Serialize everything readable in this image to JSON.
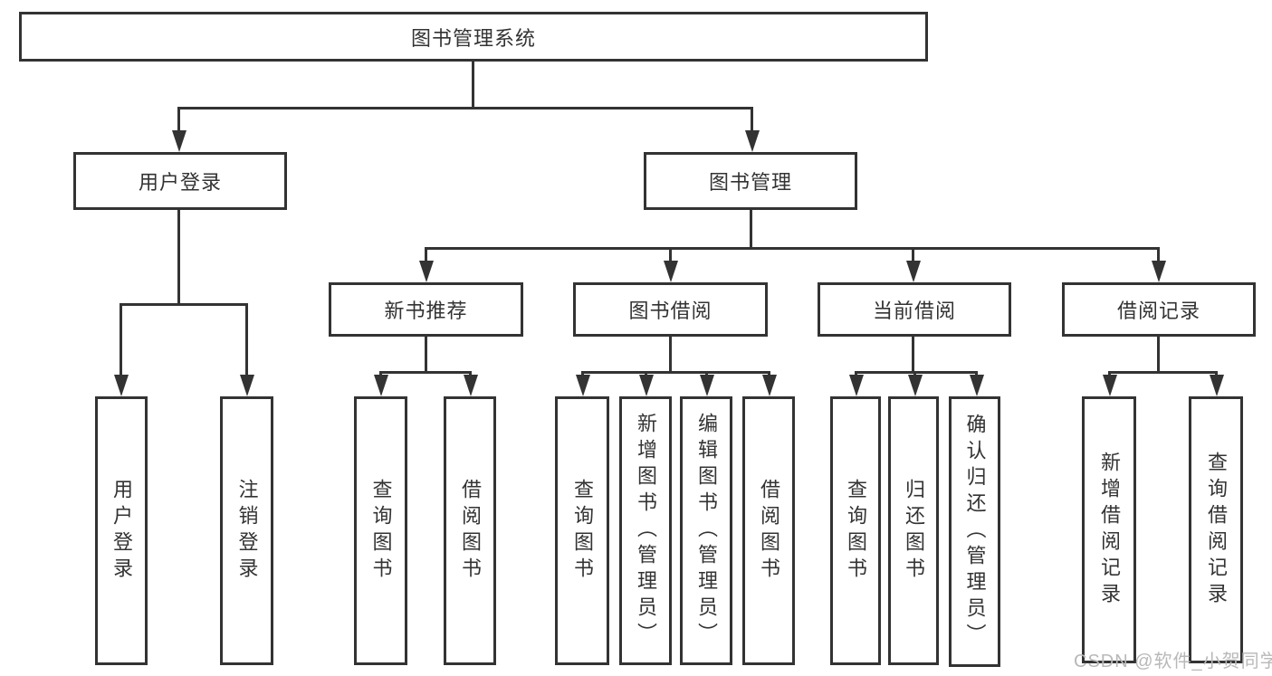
{
  "diagram": {
    "title": "图书管理系统",
    "root": {
      "label": "图书管理系统"
    },
    "level2": [
      {
        "id": "user-login",
        "label": "用户登录"
      },
      {
        "id": "book-management",
        "label": "图书管理"
      }
    ],
    "level3": [
      {
        "id": "new-book-recommend",
        "label": "新书推荐"
      },
      {
        "id": "book-borrow",
        "label": "图书借阅"
      },
      {
        "id": "current-borrow",
        "label": "当前借阅"
      },
      {
        "id": "borrow-records",
        "label": "借阅记录"
      }
    ],
    "leaves": [
      {
        "parent": "用户登录",
        "label": "用户登录"
      },
      {
        "parent": "用户登录",
        "label": "注销登录"
      },
      {
        "parent": "新书推荐",
        "label": "查询图书"
      },
      {
        "parent": "新书推荐",
        "label": "借阅图书"
      },
      {
        "parent": "图书借阅",
        "label": "查询图书"
      },
      {
        "parent": "图书借阅",
        "label": "新增图书（管理员）"
      },
      {
        "parent": "图书借阅",
        "label": "编辑图书（管理员）"
      },
      {
        "parent": "图书借阅",
        "label": "借阅图书"
      },
      {
        "parent": "当前借阅",
        "label": "查询图书"
      },
      {
        "parent": "当前借阅",
        "label": "归还图书"
      },
      {
        "parent": "当前借阅",
        "label": "确认归还（管理员）"
      },
      {
        "parent": "借阅记录",
        "label": "新增借阅记录"
      },
      {
        "parent": "借阅记录",
        "label": "查询借阅记录"
      }
    ],
    "watermark": "CSDN @软件_小贺同学",
    "colors": {
      "line": "#333333",
      "text": "#333333",
      "background": "#ffffff",
      "watermark": "#b8b8b8"
    }
  }
}
